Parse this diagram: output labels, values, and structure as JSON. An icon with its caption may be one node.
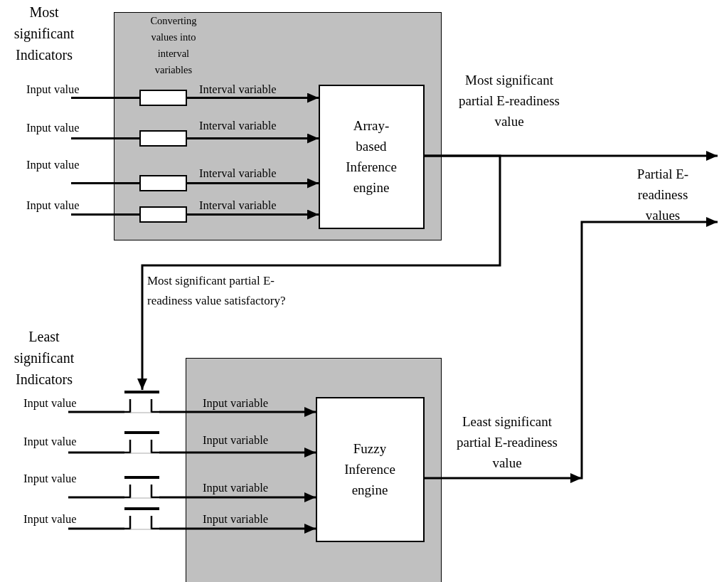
{
  "diagram": {
    "nodes": [
      {
        "text": [
          "Converting values into interval variables"
        ]
      },
      {
        "text": [],
        "shape": "box",
        "in": 0
      },
      {
        "text": [],
        "shape": "box",
        "in": 0
      },
      {
        "text": [],
        "shape": "box",
        "in": 0
      },
      {
        "text": [],
        "shape": "box",
        "in": 0
      },
      {
        "text": [
          "Array-based Inference engine"
        ],
        "in": 0
      },
      {
        "text": [],
        "shape": "box"
      },
      {
        "text": [
          "Fuzzy Inference engine"
        ],
        "in": 6
      },
      {
        "text": [],
        "shape": "switch"
      },
      {
        "text": [],
        "shape": "switch"
      },
      {
        "text": [],
        "shape": "switch"
      },
      {
        "text": [],
        "shape": "switch"
      }
    ],
    "edges": [
      {
        "from": null,
        "to": 1,
        "arrow": "none",
        "label": "Input value"
      },
      {
        "from": 1,
        "to": 5,
        "arrow": "to",
        "label": "Interval variable"
      },
      {
        "from": null,
        "to": 2,
        "arrow": "none",
        "label": "Input value"
      },
      {
        "from": 2,
        "to": 5,
        "arrow": "to",
        "label": "Interval variable"
      },
      {
        "from": null,
        "to": 3,
        "arrow": "none",
        "label": "Input value"
      },
      {
        "from": 3,
        "to": 5,
        "arrow": "to",
        "label": "Interval variable"
      },
      {
        "from": null,
        "to": 4,
        "arrow": "none",
        "label": "Input value"
      },
      {
        "from": 4,
        "to": 5,
        "arrow": "to",
        "label": "Interval variable"
      },
      {
        "from": 5,
        "to": null,
        "arrow": "to",
        "label": "Most significant partial E-readiness value"
      },
      {
        "from": 5,
        "to": 8,
        "arrow": "to",
        "label": "Most significant partial E-readiness value satisfactory?"
      },
      {
        "from": null,
        "to": 8,
        "arrow": "none",
        "label": "Input value"
      },
      {
        "from": 8,
        "to": 7,
        "arrow": "to",
        "label": "Input variable"
      },
      {
        "from": null,
        "to": 9,
        "arrow": "none",
        "label": "Input value"
      },
      {
        "from": 9,
        "to": 7,
        "arrow": "to",
        "label": "Input variable"
      },
      {
        "from": null,
        "to": 10,
        "arrow": "none",
        "label": "Input value"
      },
      {
        "from": 10,
        "to": 7,
        "arrow": "to",
        "label": "Input variable"
      },
      {
        "from": null,
        "to": 11,
        "arrow": "none",
        "label": "Input value"
      },
      {
        "from": 11,
        "to": 7,
        "arrow": "to",
        "label": "Input variable"
      },
      {
        "from": 7,
        "to": null,
        "arrow": "to",
        "label": "Least significant partial E-readiness value"
      }
    ],
    "labels": [
      "Most significant Indicators",
      "Partial E-readiness values",
      "Least significant Indicators"
    ]
  }
}
